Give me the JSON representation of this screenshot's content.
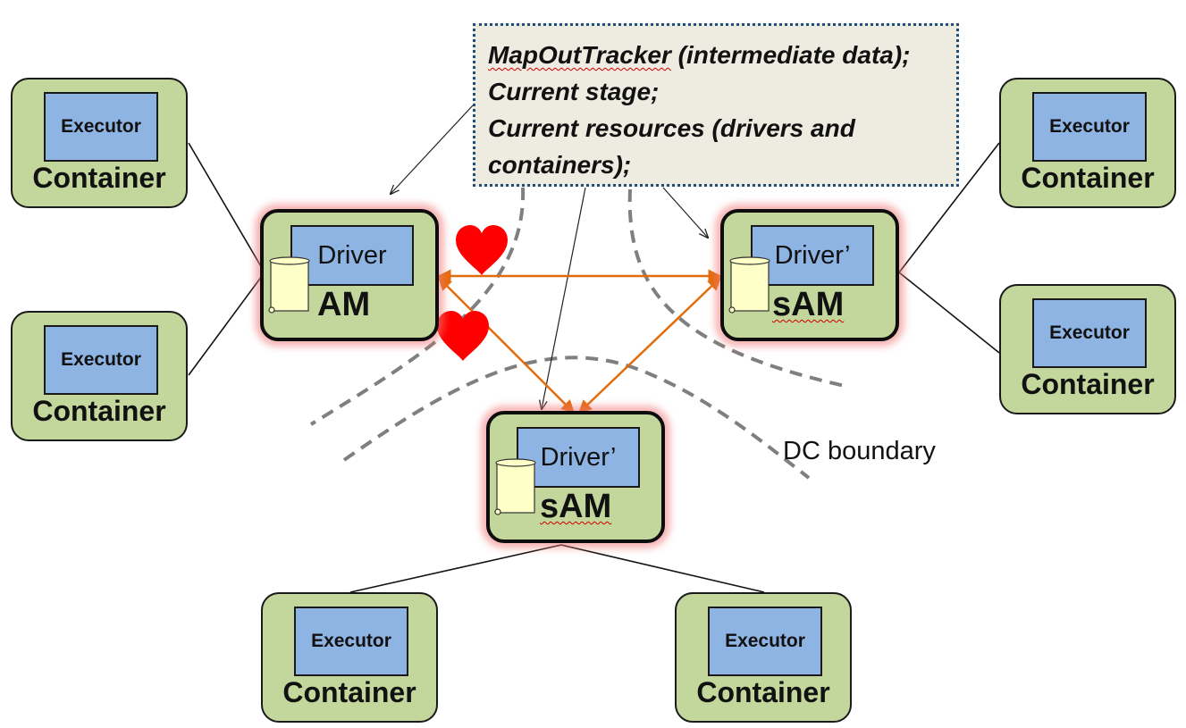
{
  "note": {
    "line1_emphasis": "MapOutTracker",
    "line1_rest": " (intermediate data);",
    "line2": "Current stage;",
    "line3": "Current resources (drivers and",
    "line4": "containers);"
  },
  "am": {
    "driver": "Driver",
    "label": "AM"
  },
  "sam_right": {
    "driver": "Driver’",
    "label": "sAM"
  },
  "sam_bottom": {
    "driver": "Driver’",
    "label": "sAM"
  },
  "containers": [
    {
      "executor": "Executor",
      "label": "Container"
    },
    {
      "executor": "Executor",
      "label": "Container"
    },
    {
      "executor": "Executor",
      "label": "Container"
    },
    {
      "executor": "Executor",
      "label": "Container"
    },
    {
      "executor": "Executor",
      "label": "Container"
    },
    {
      "executor": "Executor",
      "label": "Container"
    }
  ],
  "dc_boundary": "DC boundary",
  "colors": {
    "container_fill": "#c3d69b",
    "executor_fill": "#8eb4e3",
    "note_fill": "#eeece1",
    "arrow": "#e36c0a",
    "heart": "#ff0000",
    "boundary": "#7f7f7f"
  }
}
